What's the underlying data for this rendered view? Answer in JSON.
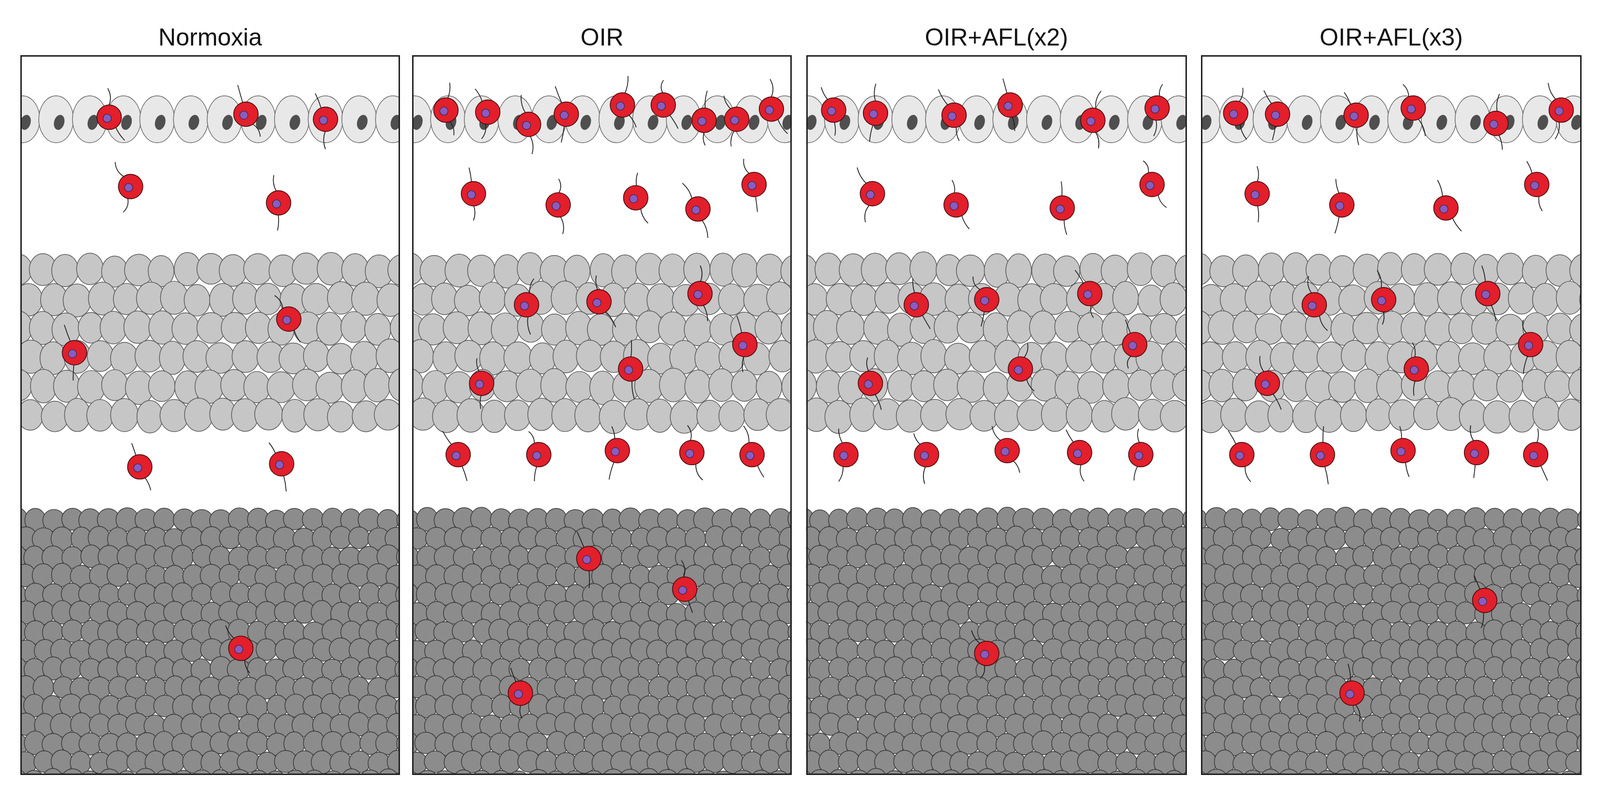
{
  "diagram": {
    "nodes": [
      {
        "text": [
          "Normoxia"
        ]
      },
      {
        "text": [
          "OIR"
        ]
      },
      {
        "text": [
          "OIR+AFL(x2)"
        ]
      },
      {
        "text": [
          "OIR+AFL(x3)"
        ]
      }
    ]
  }
}
